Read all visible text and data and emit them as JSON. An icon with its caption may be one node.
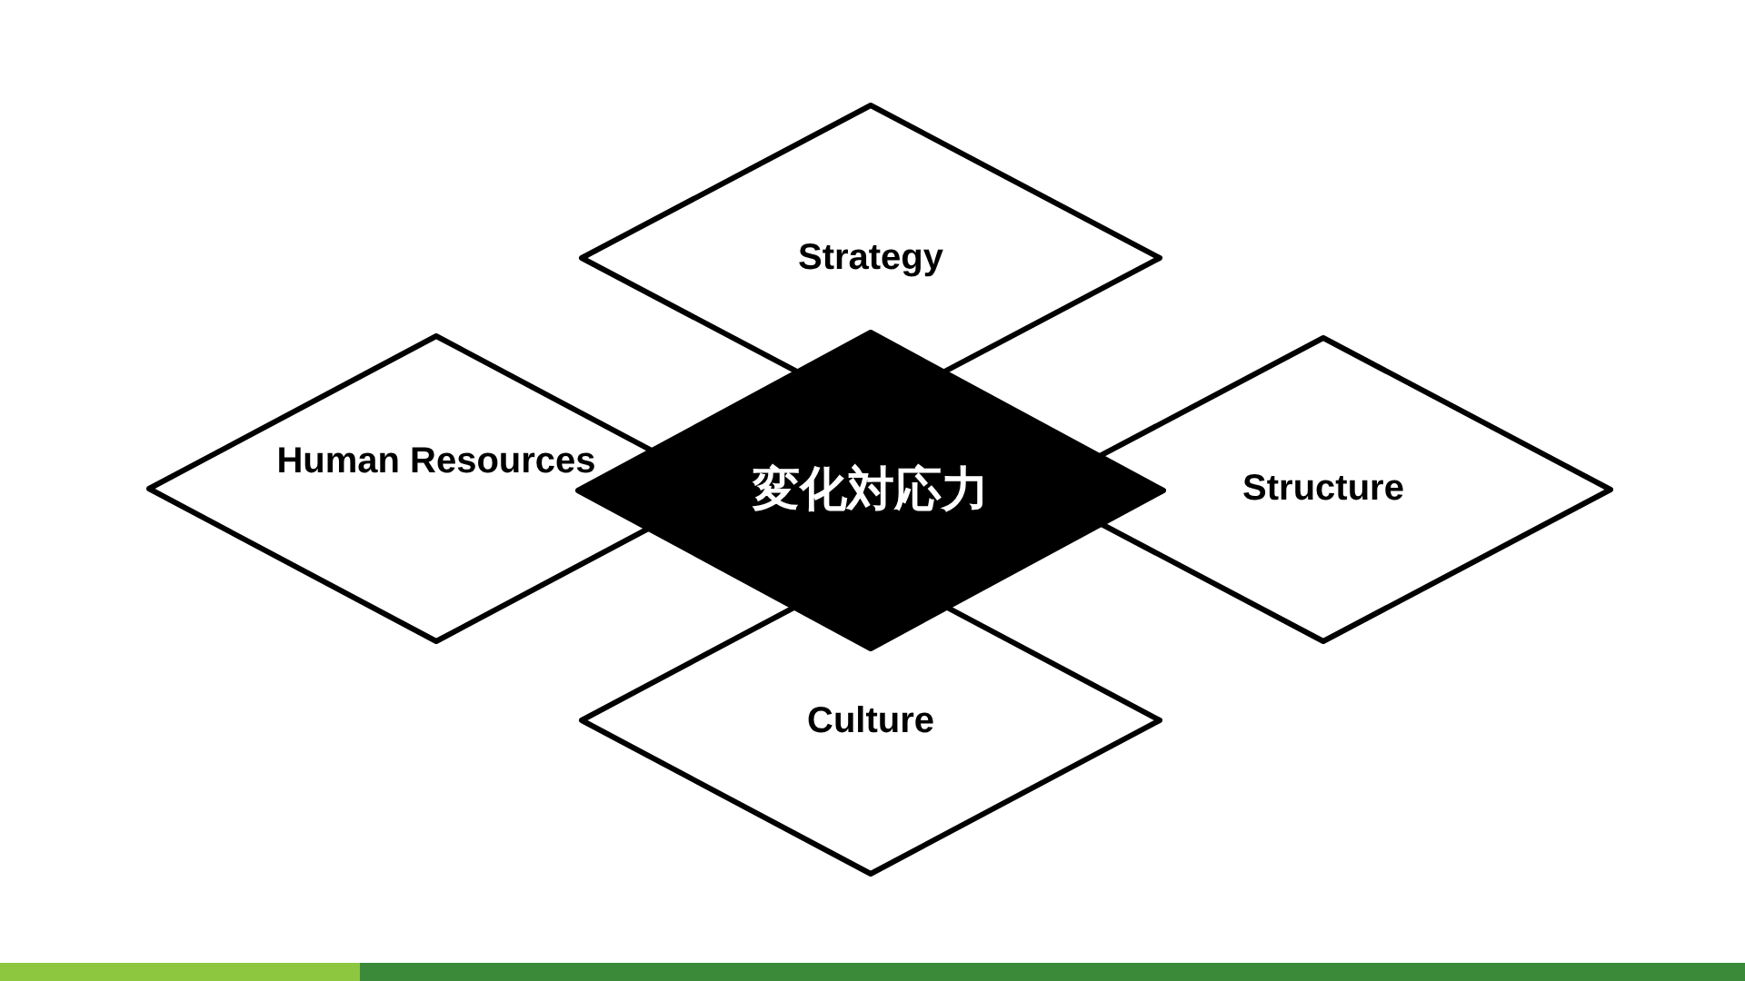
{
  "diagram": {
    "nodes": [
      {
        "text": [
          "Strategy"
        ]
      },
      {
        "text": [
          "Human Resources"
        ]
      },
      {
        "text": [
          "変化対応力"
        ]
      },
      {
        "text": [
          "Structure"
        ]
      },
      {
        "text": [
          "Culture"
        ]
      }
    ]
  }
}
